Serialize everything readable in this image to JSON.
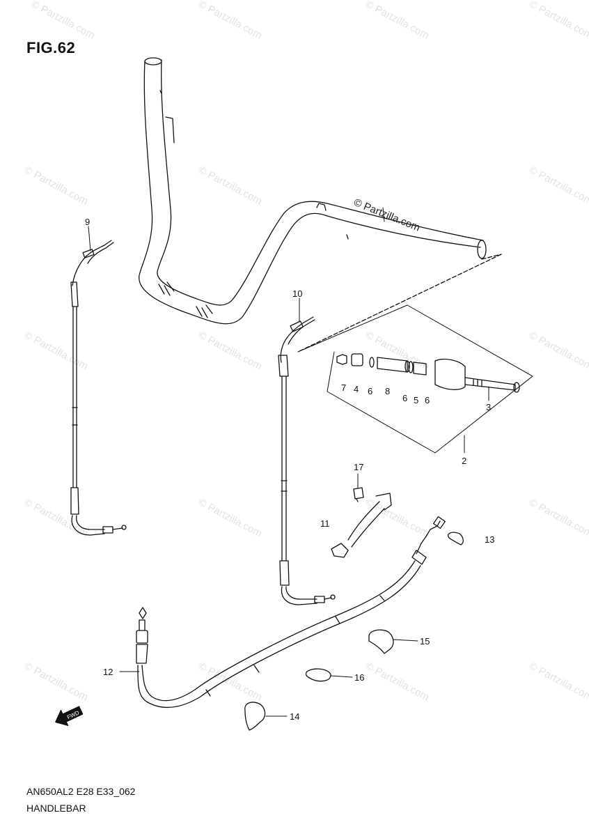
{
  "figure": {
    "title": "FIG.62",
    "code": "AN650AL2 E28 E33_062",
    "name": "HANDLEBAR"
  },
  "watermark": {
    "text": "© Partzilla.com"
  },
  "callouts": [
    {
      "id": "c1",
      "label": "2"
    },
    {
      "id": "c2",
      "label": "3"
    },
    {
      "id": "c3",
      "label": "4"
    },
    {
      "id": "c4",
      "label": "5"
    },
    {
      "id": "c5",
      "label": "6"
    },
    {
      "id": "c6",
      "label": "6"
    },
    {
      "id": "c7",
      "label": "6"
    },
    {
      "id": "c8",
      "label": "7"
    },
    {
      "id": "c9",
      "label": "8"
    },
    {
      "id": "c10",
      "label": "9"
    },
    {
      "id": "c11",
      "label": "10"
    },
    {
      "id": "c12",
      "label": "11"
    },
    {
      "id": "c13",
      "label": "12"
    },
    {
      "id": "c14",
      "label": "13"
    },
    {
      "id": "c15",
      "label": "14"
    },
    {
      "id": "c16",
      "label": "15"
    },
    {
      "id": "c17",
      "label": "16"
    },
    {
      "id": "c18",
      "label": "17"
    }
  ],
  "icons": {
    "fwd_arrow": "forward-direction-arrow-icon"
  },
  "colors": {
    "line": "#111111",
    "watermark": "#e2e2e2"
  }
}
